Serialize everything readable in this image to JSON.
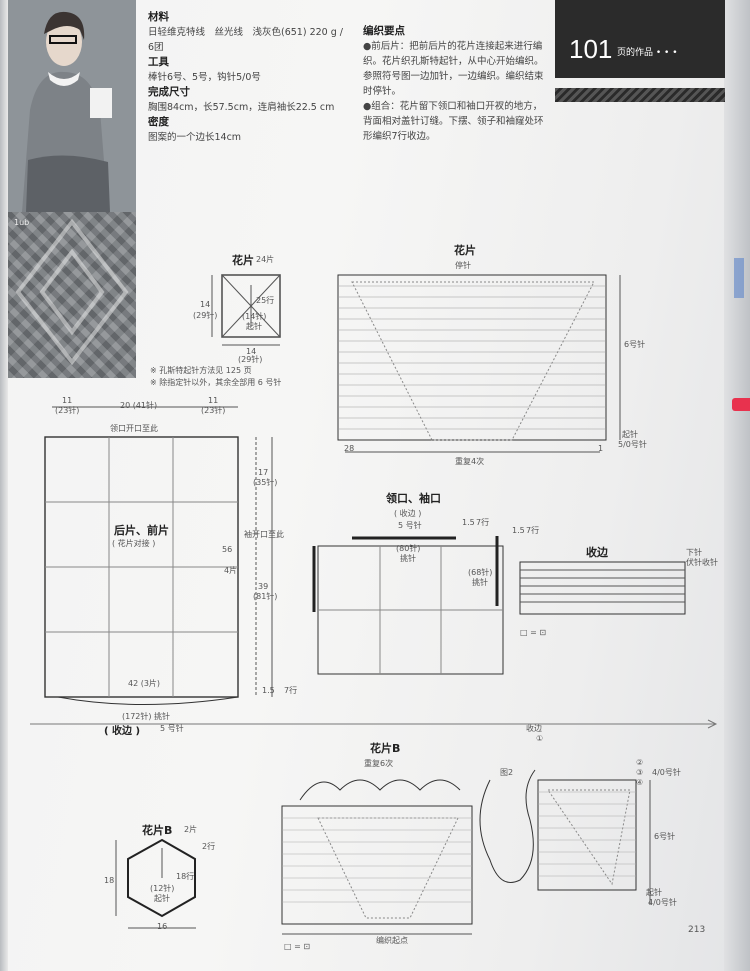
{
  "materials": {
    "heading": "材料",
    "line1": "日轻维克特线　丝光线　浅灰色(651) 220 g /",
    "line2": "6团"
  },
  "tools": {
    "heading": "工具",
    "line1": "棒针6号、5号，钩针5/0号"
  },
  "size": {
    "heading": "完成尺寸",
    "line1": "胸围84cm，长57.5cm，连肩袖长22.5 cm"
  },
  "gauge": {
    "heading": "密度",
    "line1": "图案的一个边长14cm"
  },
  "notes": {
    "heading": "编织要点",
    "p1": "●前后片：把前后片的花片连接起来进行编织。花片织孔斯特起针，从中心开始编织。参照符号图一边加针，一边编织。编织结束时停针。",
    "p2": "●组合：花片留下领口和袖口开衩的地方，背面相对盖针订缝。下摆、领子和袖窿处环形编织7行收边。"
  },
  "banner": {
    "number": "101",
    "suffix": "页的作品 • • •"
  },
  "photo_caption": "1ub",
  "motif_small": {
    "title": "花片",
    "count": "24片",
    "side_w": "14",
    "side_w_st": "(29针)",
    "side_h": "14",
    "side_h_st": "(29针)",
    "inner_rows": "25行",
    "inner_st": "(14针)",
    "inner_start": "起针",
    "note1": "※ 孔斯特起针方法见 125 页",
    "note2": "※ 除指定针以外，其余全部用 6 号针"
  },
  "chart_a": {
    "title": "花片",
    "top": "停针",
    "repeat": "重复4次",
    "right1": "6号针",
    "right2": "起针",
    "right3": "5/0号针",
    "bottom_first": "28",
    "bottom_last": "1"
  },
  "body_diagram": {
    "top_dims": [
      "11",
      "(23针)",
      "20 (41针)",
      "11",
      "(23针)"
    ],
    "neck": "领口开口至此",
    "title1": "后片、前片",
    "title2": "( 花片对接 )",
    "right_17": "17",
    "right_17_st": "(35针)",
    "right_56": "56",
    "right_56_sub": "4片",
    "right_39": "39",
    "right_39_st": "(81针)",
    "side_open": "袖开口至此",
    "bottom_42": "42 (3片)",
    "bottom_st": "(172针) 挑针",
    "edge": "( 收边 )",
    "needle": "5 号针",
    "rows_1_5": "1.5",
    "rows_7": "7行"
  },
  "collar": {
    "title": "领口、袖口",
    "sub": "( 收边 )",
    "needle": "5 号针",
    "st80": "(80针)",
    "pick": "挑针",
    "st68": "(68针)",
    "pick2": "挑针",
    "r1_5": "1.5",
    "r7": "7行",
    "r1_5b": "1.5",
    "r7b": "7行"
  },
  "edging": {
    "title": "收边",
    "right1": "下针",
    "right2": "伏针收针",
    "legend": "□ = ⊡"
  },
  "motif_b": {
    "title": "花片B",
    "count": "2片",
    "h": "18",
    "w": "16",
    "inner_rows": "18行",
    "inner_st": "(12针)",
    "inner_start": "起针",
    "right_rows": "2行"
  },
  "chart_b": {
    "title": "花片B",
    "repeat": "重复6次",
    "fig": "图2",
    "top_label": "收边",
    "c1": "①",
    "c2": "②",
    "c3": "③",
    "c4": "④",
    "r1": "4/0号针",
    "r2": "6号针",
    "r3": "起针",
    "r4": "4/0号针",
    "bottom": "编织起点",
    "legend": "□ = ⊡"
  },
  "page_number": "213"
}
